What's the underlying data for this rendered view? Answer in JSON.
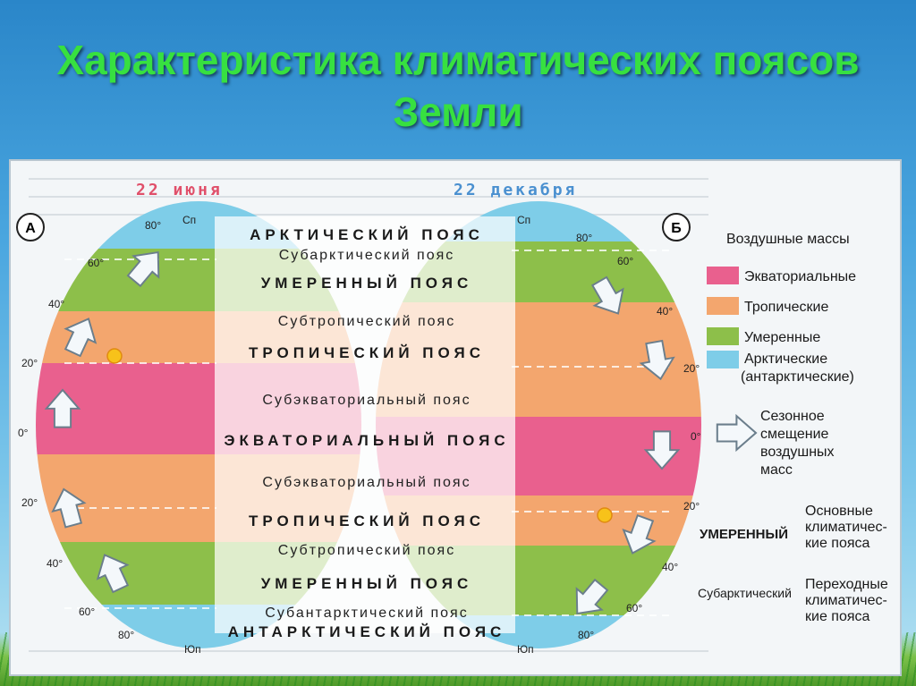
{
  "title": "Характеристика климатических поясов Земли",
  "diagram": {
    "date_left": "22 июня",
    "date_right": "22 декабря",
    "panel_a": "А",
    "panel_b": "Б",
    "north_pole": "Сп",
    "south_pole": "Юп",
    "latitudes": {
      "l80": "80°",
      "l60": "60°",
      "l40": "40°",
      "l20": "20°",
      "l0": "0°"
    },
    "belts": {
      "arctic": "АРКТИЧЕСКИЙ ПОЯС",
      "subarctic": "Субарктический пояс",
      "temperate_n": "УМЕРЕННЫЙ ПОЯС",
      "subtropical_n": "Субтропический пояс",
      "tropical_n": "ТРОПИЧЕСКИЙ ПОЯС",
      "subequatorial_n": "Субэкваториальный пояс",
      "equatorial": "ЭКВАТОРИАЛЬНЫЙ ПОЯС",
      "subequatorial_s": "Субэкваториальный пояс",
      "tropical_s": "ТРОПИЧЕСКИЙ ПОЯС",
      "subtropical_s": "Субтропический пояс",
      "temperate_s": "УМЕРЕННЫЙ ПОЯС",
      "subantarctic": "Субантарктический пояс",
      "antarctic": "АНТАРКТИЧЕСКИЙ ПОЯС"
    },
    "colors": {
      "equatorial": "#e9608e",
      "tropical": "#f3a66e",
      "temperate": "#8dbf4a",
      "arctic": "#7ecde8"
    },
    "legend": {
      "title": "Воздушные массы",
      "equatorial": "Экваториальные",
      "tropical": "Тропические",
      "temperate": "Умеренные",
      "arctic_1": "Арктические",
      "arctic_2": "(антарктические)",
      "shift_1": "Сезонное",
      "shift_2": "смещение",
      "shift_3": "воздушных",
      "shift_4": "масс",
      "main_sample": "УМЕРЕННЫЙ",
      "main_1": "Основные",
      "main_2": "климатичес-",
      "main_3": "кие пояса",
      "trans_sample": "Субарктический",
      "trans_1": "Переходные",
      "trans_2": "климатичес-",
      "trans_3": "кие пояса"
    }
  }
}
